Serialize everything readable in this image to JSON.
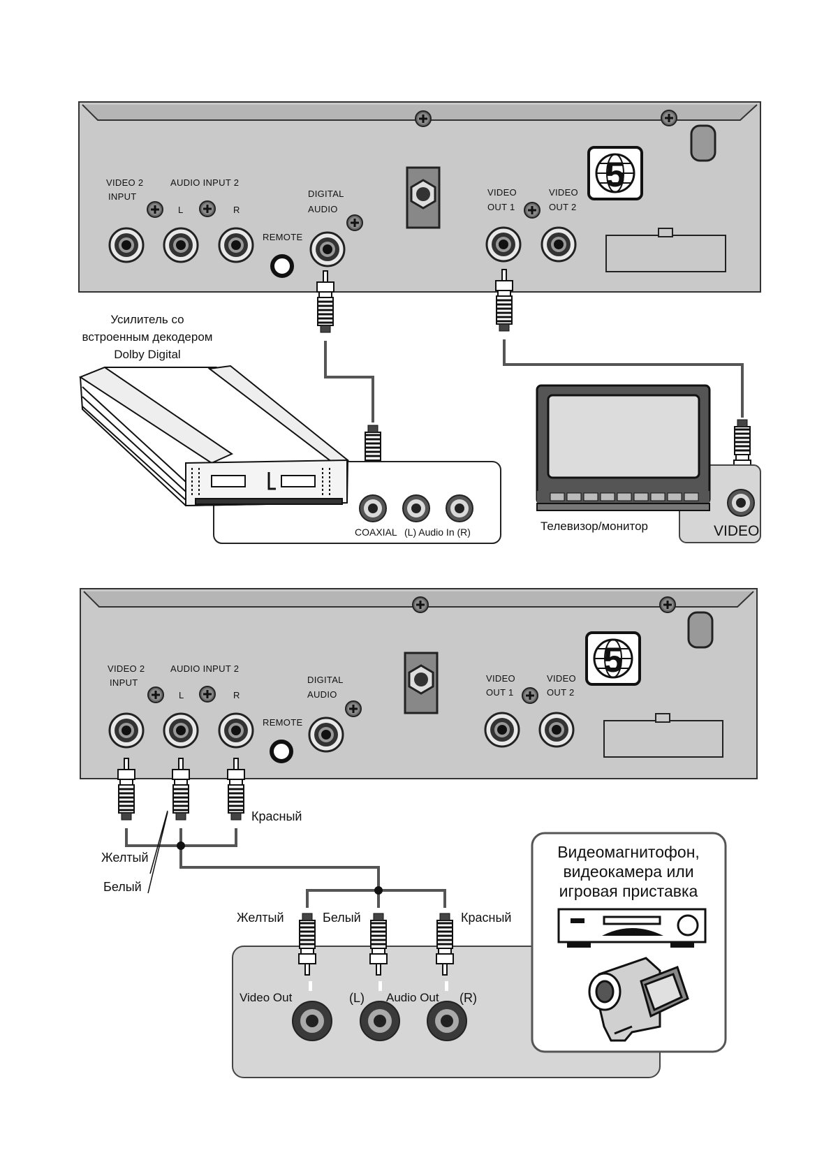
{
  "colors": {
    "panel_fill": "#c9c9c9",
    "panel_stroke": "#333333",
    "cable": "#555555",
    "box_fill": "#d6d6d6",
    "screen": "#dcdcdc"
  },
  "icons": {
    "region_badge": "region-5-globe-icon",
    "screw": "screw-icon",
    "rca_plug": "rca-plug-icon",
    "amplifier": "amplifier-icon",
    "tv": "tv-monitor-icon",
    "vcr": "vcr-icon",
    "camcorder": "camcorder-icon"
  },
  "panel": {
    "video2_line1": "VIDEO 2",
    "video2_line2": "INPUT",
    "audio_input2": "AUDIO  INPUT 2",
    "ch_l": "L",
    "ch_r": "R",
    "remote": "REMOTE",
    "digital_line1": "DIGITAL",
    "digital_line2": "AUDIO",
    "vout1_line1": "VIDEO",
    "vout1_line2": "OUT 1",
    "vout2_line1": "VIDEO",
    "vout2_line2": "OUT 2",
    "region": "5"
  },
  "diagram1": {
    "amp_label": [
      "Усилитель со",
      "встроенным декодером",
      "Dolby Digital"
    ],
    "coaxial": "COAXIAL",
    "audio_in": "(L) Audio In (R)",
    "tv_label": "Телевизор/монитор",
    "video": "VIDEO"
  },
  "diagram2": {
    "red": "Красный",
    "yellow": "Желтый",
    "white": "Белый",
    "device_label": [
      "Видеомагнитофон,",
      "видеокамера или",
      "игровая приставка"
    ],
    "video_out": "Video Out",
    "audio_l": "(L)",
    "audio_out": "Audio Out",
    "audio_r": "(R)"
  }
}
